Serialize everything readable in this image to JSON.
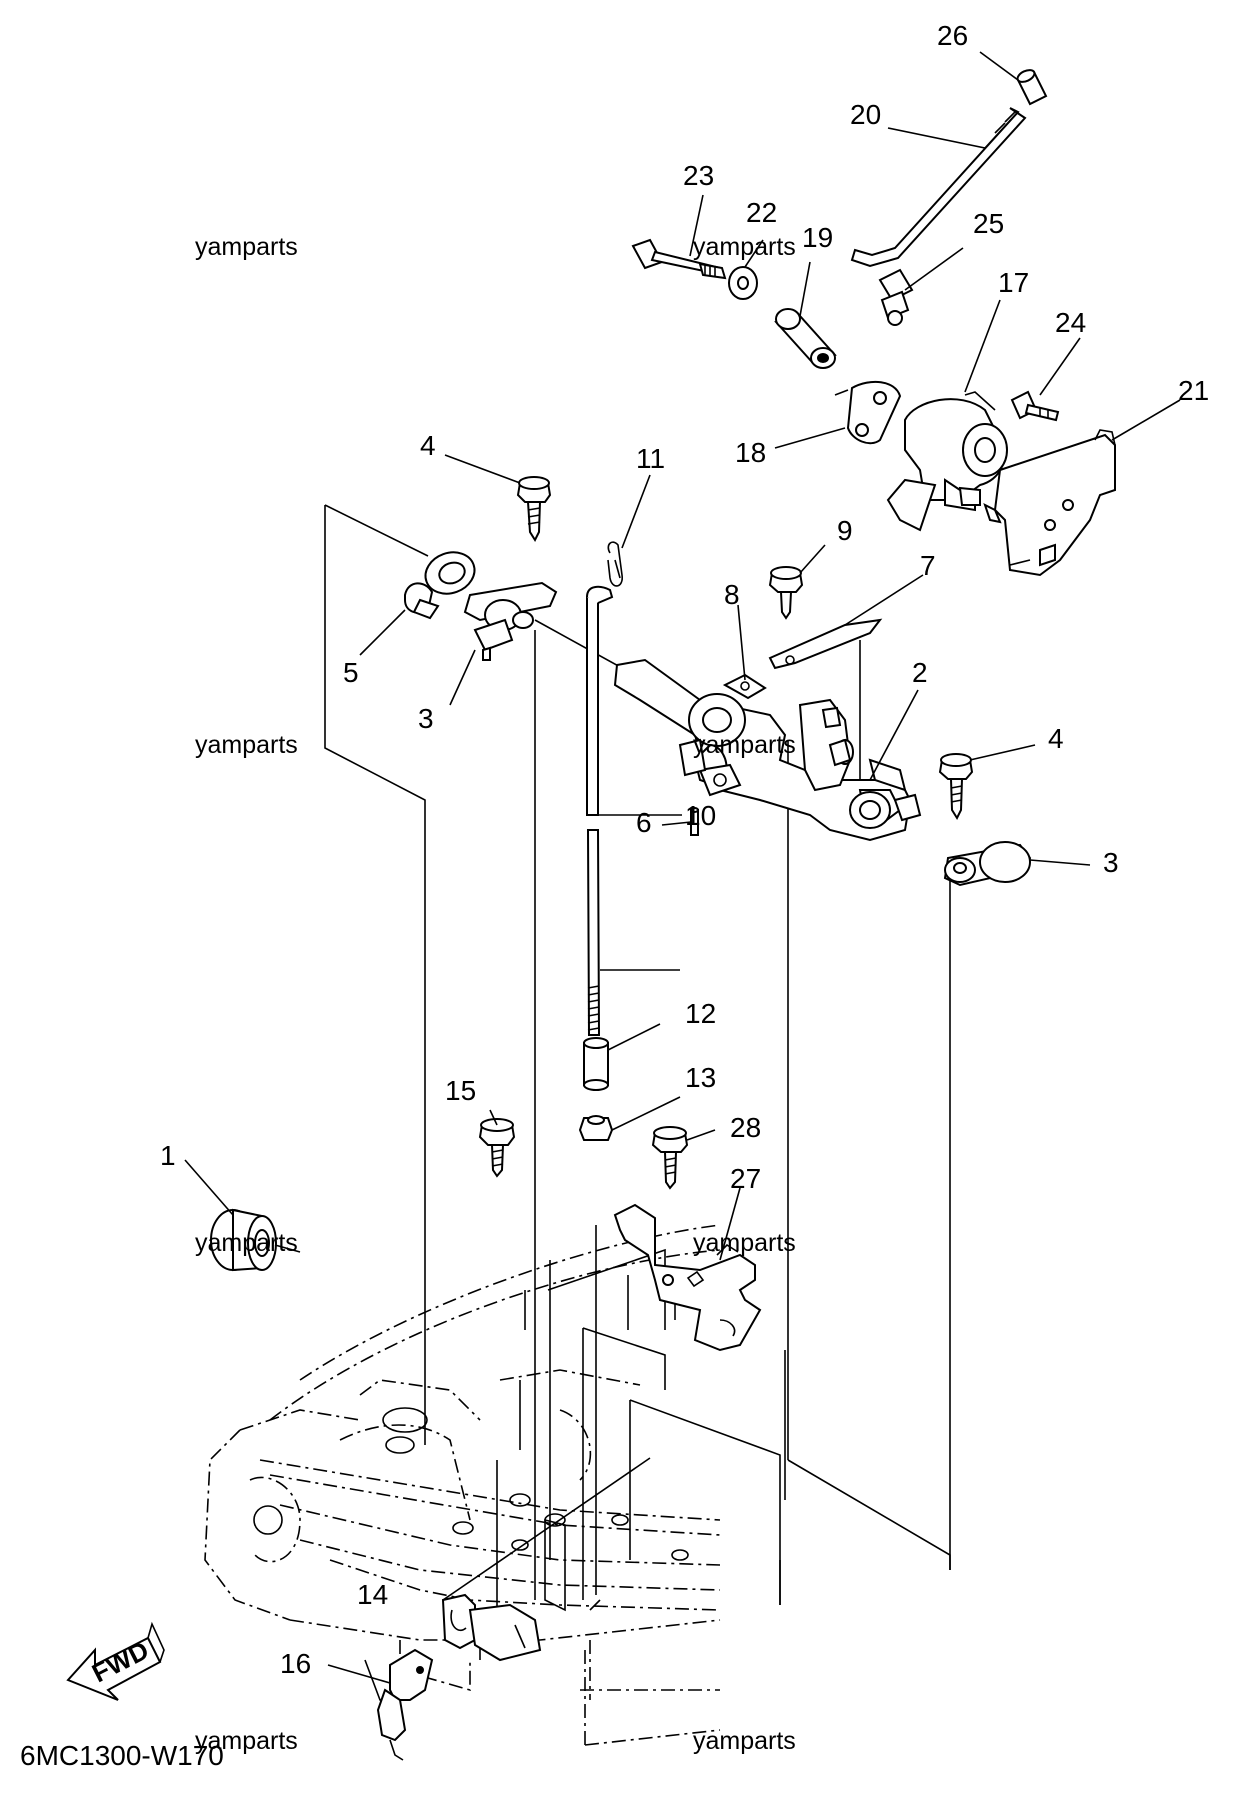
{
  "diagram": {
    "code": "6MC1300-W170",
    "fwd_label": "FWD",
    "watermark": "yamparts",
    "callouts": [
      {
        "id": "c1",
        "label": "1"
      },
      {
        "id": "c2",
        "label": "2"
      },
      {
        "id": "c3a",
        "label": "3"
      },
      {
        "id": "c3b",
        "label": "3"
      },
      {
        "id": "c4a",
        "label": "4"
      },
      {
        "id": "c4b",
        "label": "4"
      },
      {
        "id": "c5",
        "label": "5"
      },
      {
        "id": "c6",
        "label": "6"
      },
      {
        "id": "c7",
        "label": "7"
      },
      {
        "id": "c8",
        "label": "8"
      },
      {
        "id": "c9",
        "label": "9"
      },
      {
        "id": "c10",
        "label": "10"
      },
      {
        "id": "c11",
        "label": "11"
      },
      {
        "id": "c12",
        "label": "12"
      },
      {
        "id": "c13",
        "label": "13"
      },
      {
        "id": "c14",
        "label": "14"
      },
      {
        "id": "c15",
        "label": "15"
      },
      {
        "id": "c16",
        "label": "16"
      },
      {
        "id": "c17",
        "label": "17"
      },
      {
        "id": "c18",
        "label": "18"
      },
      {
        "id": "c19",
        "label": "19"
      },
      {
        "id": "c20",
        "label": "20"
      },
      {
        "id": "c21",
        "label": "21"
      },
      {
        "id": "c22",
        "label": "22"
      },
      {
        "id": "c23",
        "label": "23"
      },
      {
        "id": "c24",
        "label": "24"
      },
      {
        "id": "c25",
        "label": "25"
      },
      {
        "id": "c26",
        "label": "26"
      },
      {
        "id": "c27",
        "label": "27"
      },
      {
        "id": "c28",
        "label": "28"
      }
    ]
  }
}
